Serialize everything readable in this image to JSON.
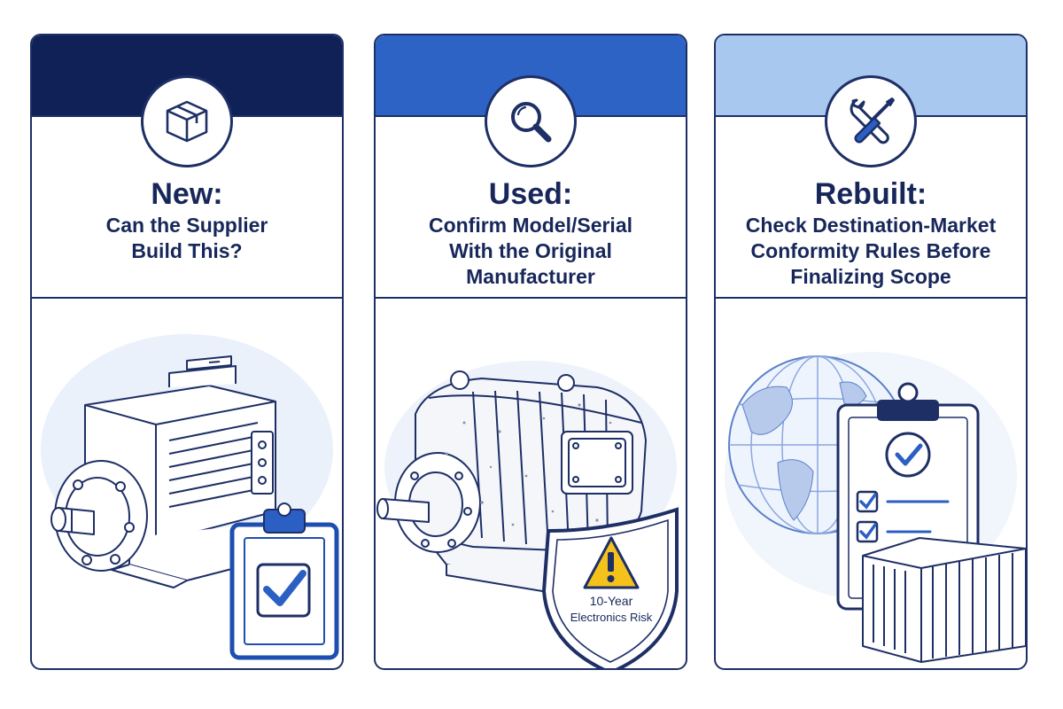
{
  "colors": {
    "navy": "#1e2f66",
    "band_dark": "#0f2156",
    "band_mid": "#2e63c6",
    "band_light": "#a9c8f0",
    "accent_blue": "#2b5fc4",
    "warning_yellow": "#f5c21b"
  },
  "panels": [
    {
      "icon": "package-box-icon",
      "heading": "New:",
      "subtitle_lines": [
        "Can the Supplier",
        "Build This?"
      ]
    },
    {
      "icon": "magnifying-glass-icon",
      "heading": "Used:",
      "subtitle_lines": [
        "Confirm Model/Serial",
        "With the Original",
        "Manufacturer"
      ],
      "shield_text_lines": [
        "10-Year",
        "Electronics Risk"
      ]
    },
    {
      "icon": "wrench-screwdriver-icon",
      "heading": "Rebuilt:",
      "subtitle_lines": [
        "Check Destination-Market",
        "Conformity Rules Before",
        "Finalizing Scope"
      ]
    }
  ]
}
